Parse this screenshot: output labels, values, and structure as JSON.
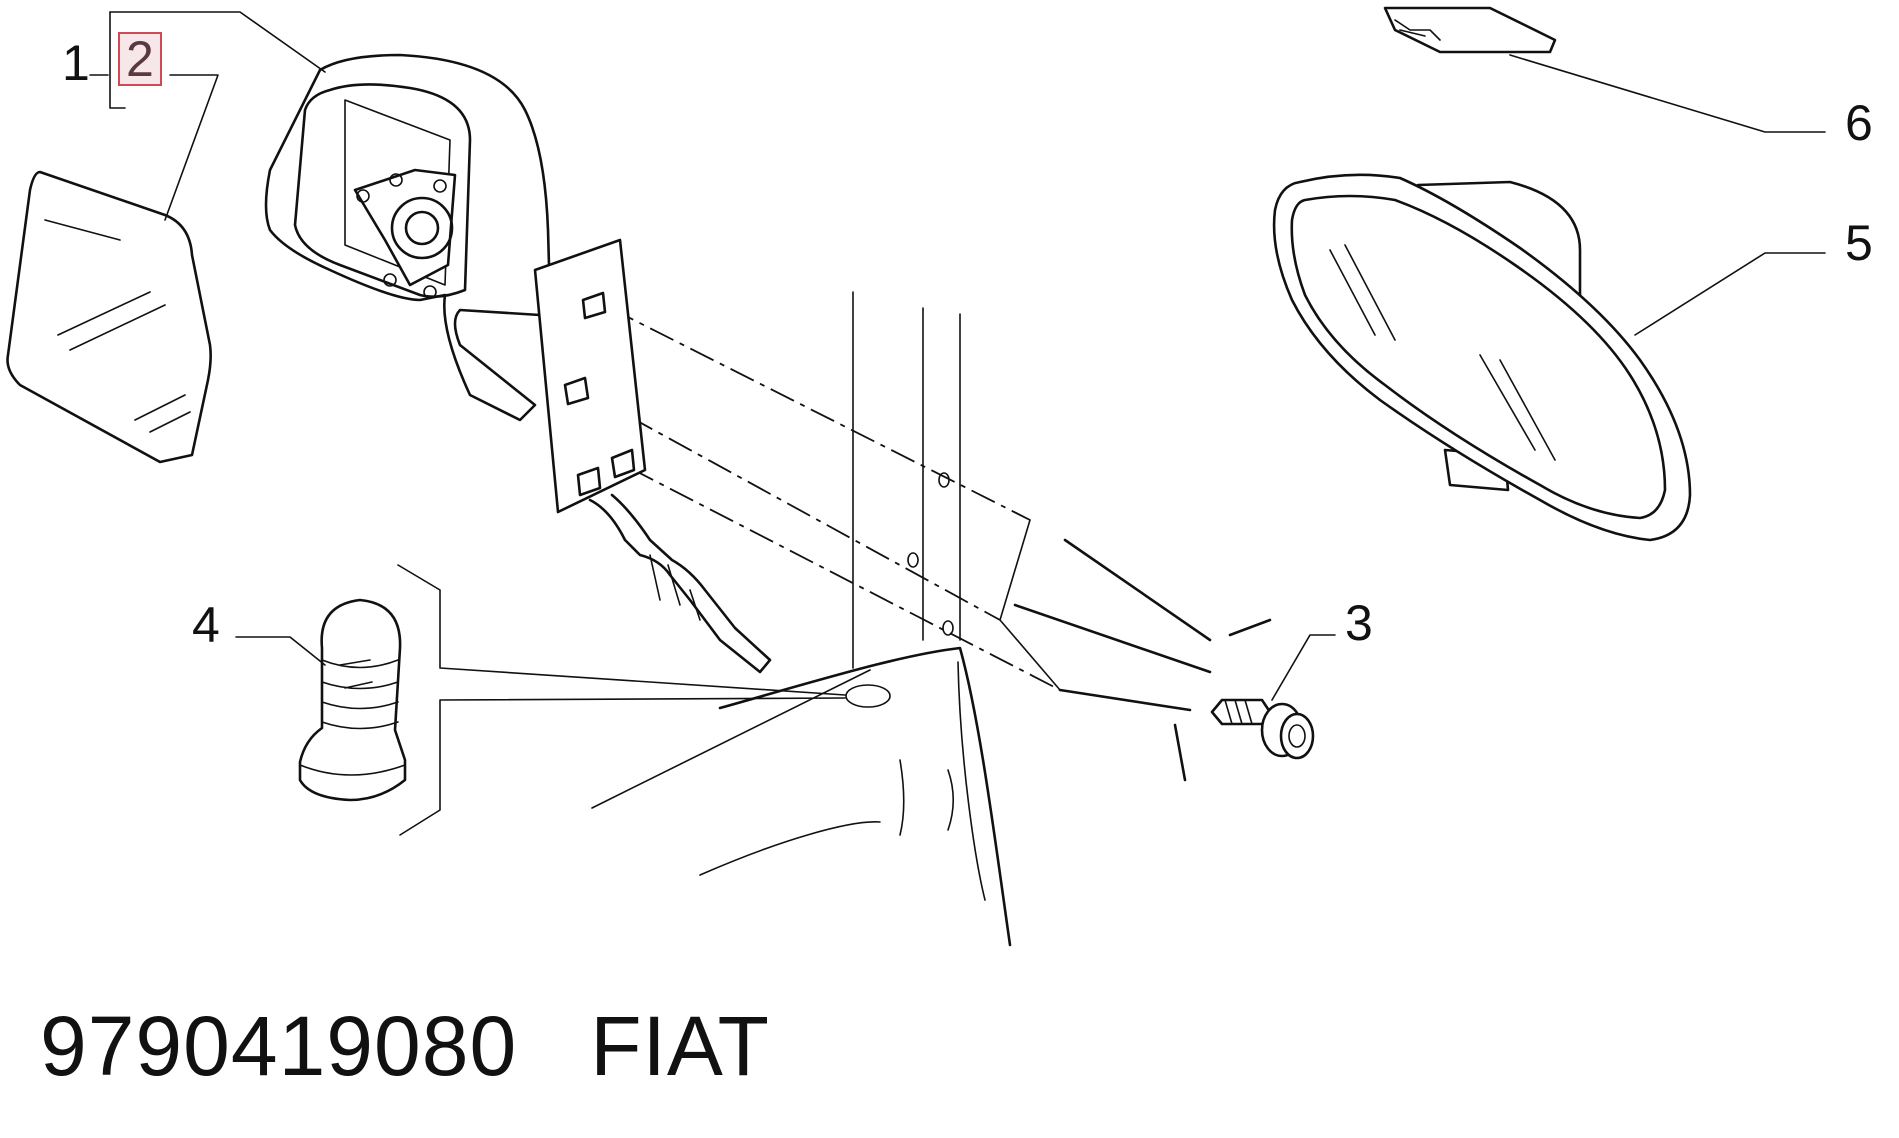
{
  "callouts": {
    "c1": "1",
    "c2": "2",
    "c3": "3",
    "c4": "4",
    "c5": "5",
    "c6": "6"
  },
  "highlight_color": "#d04a55",
  "footer": {
    "part_number": "9790419080",
    "brand": "FIAT"
  }
}
